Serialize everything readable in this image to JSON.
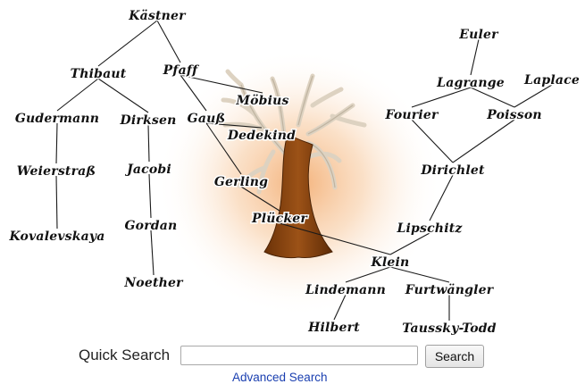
{
  "tree": {
    "nodes": [
      {
        "id": "kastner",
        "label": "Kästner"
      },
      {
        "id": "thibaut",
        "label": "Thibaut"
      },
      {
        "id": "pfaff",
        "label": "Pfaff"
      },
      {
        "id": "gudermann",
        "label": "Gudermann"
      },
      {
        "id": "dirksen",
        "label": "Dirksen"
      },
      {
        "id": "gauss",
        "label": "Gauß"
      },
      {
        "id": "mobius",
        "label": "Möbius"
      },
      {
        "id": "dedekind",
        "label": "Dedekind"
      },
      {
        "id": "weierstrass",
        "label": "Weierstraß"
      },
      {
        "id": "jacobi",
        "label": "Jacobi"
      },
      {
        "id": "gerling",
        "label": "Gerling"
      },
      {
        "id": "kovalevskaya",
        "label": "Kovalevskaya"
      },
      {
        "id": "gordan",
        "label": "Gordan"
      },
      {
        "id": "plucker",
        "label": "Plücker"
      },
      {
        "id": "noether",
        "label": "Noether"
      },
      {
        "id": "euler",
        "label": "Euler"
      },
      {
        "id": "lagrange",
        "label": "Lagrange"
      },
      {
        "id": "laplace",
        "label": "Laplace"
      },
      {
        "id": "fourier",
        "label": "Fourier"
      },
      {
        "id": "poisson",
        "label": "Poisson"
      },
      {
        "id": "dirichlet",
        "label": "Dirichlet"
      },
      {
        "id": "lipschitz",
        "label": "Lipschitz"
      },
      {
        "id": "klein",
        "label": "Klein"
      },
      {
        "id": "lindemann",
        "label": "Lindemann"
      },
      {
        "id": "furtwangler",
        "label": "Furtwängler"
      },
      {
        "id": "hilbert",
        "label": "Hilbert"
      },
      {
        "id": "taussky",
        "label": "Taussky-Todd"
      }
    ],
    "edges": [
      [
        "kastner",
        "thibaut"
      ],
      [
        "kastner",
        "pfaff"
      ],
      [
        "thibaut",
        "gudermann"
      ],
      [
        "thibaut",
        "dirksen"
      ],
      [
        "pfaff",
        "mobius"
      ],
      [
        "pfaff",
        "gauss"
      ],
      [
        "gudermann",
        "weierstrass"
      ],
      [
        "weierstrass",
        "kovalevskaya"
      ],
      [
        "dirksen",
        "jacobi"
      ],
      [
        "jacobi",
        "gordan"
      ],
      [
        "gordan",
        "noether"
      ],
      [
        "gauss",
        "dedekind"
      ],
      [
        "gauss",
        "gerling"
      ],
      [
        "gerling",
        "plucker"
      ],
      [
        "plucker",
        "klein"
      ],
      [
        "euler",
        "lagrange"
      ],
      [
        "lagrange",
        "fourier"
      ],
      [
        "lagrange",
        "poisson"
      ],
      [
        "laplace",
        "poisson"
      ],
      [
        "fourier",
        "dirichlet"
      ],
      [
        "poisson",
        "dirichlet"
      ],
      [
        "dirichlet",
        "lipschitz"
      ],
      [
        "lipschitz",
        "klein"
      ],
      [
        "klein",
        "lindemann"
      ],
      [
        "klein",
        "furtwangler"
      ],
      [
        "lindemann",
        "hilbert"
      ],
      [
        "furtwangler",
        "taussky"
      ]
    ]
  },
  "search": {
    "label": "Quick Search",
    "input_value": "",
    "button_label": "Search",
    "advanced_link": "Advanced Search"
  },
  "colors": {
    "glow": "#f2b37a",
    "trunk": "#8a4512",
    "branches": "#d8cdbb",
    "link": "#1a3fb0"
  }
}
